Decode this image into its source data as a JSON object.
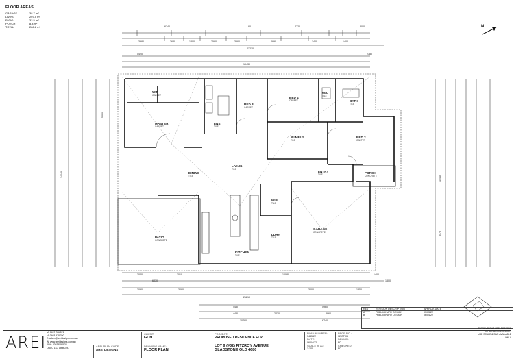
{
  "floor_areas": {
    "title": "FLOOR AREAS",
    "rows": [
      {
        "name": "GARAGE",
        "value": "38.7 m²"
      },
      {
        "name": "LIVING",
        "value": "207.5 m²"
      },
      {
        "name": "PATIO",
        "value": "32.5 m²"
      },
      {
        "name": "PORCH",
        "value": "8.4 m²"
      },
      {
        "name": "TOTAL",
        "value": "286.8 m²"
      }
    ]
  },
  "dims": {
    "top_overall": "21210",
    "top_a": "5420",
    "top_b": "2380",
    "top_c": "19430",
    "top_sub": [
      "6240",
      "90",
      "4720",
      "3000"
    ],
    "top_row2": [
      "3980",
      "3630",
      "1300",
      "2590",
      "3590",
      "2890",
      "1400",
      "1400"
    ],
    "bottom_a": "6430",
    "bottom_b": "10080",
    "bottom_c": "1400",
    "bottom_d": "1300",
    "bottom_row1": [
      "3020",
      "3010"
    ],
    "bottom_row2": [
      "3090",
      "3090",
      "3000",
      "1850"
    ],
    "bottom_overall": "21210",
    "bottom_e": [
      "4480",
      "5960"
    ],
    "bottom_f": [
      "4480",
      "2230",
      "3960"
    ],
    "bottom_g": [
      "10790",
      "6740"
    ],
    "left_a": "14440",
    "left_b": "5580",
    "right_a": "14440",
    "right_b": "6470"
  },
  "rooms": [
    {
      "name": "WIR",
      "sub": "CARPET"
    },
    {
      "name": "MASTER",
      "sub": "CARPET"
    },
    {
      "name": "ENS",
      "sub": "TILE"
    },
    {
      "name": "BED 3",
      "sub": "CARPET"
    },
    {
      "name": "BED 4",
      "sub": "CARPET"
    },
    {
      "name": "W/C",
      "sub": "TILE"
    },
    {
      "name": "BATH",
      "sub": "TILE"
    },
    {
      "name": "BED 2",
      "sub": "CARPET"
    },
    {
      "name": "RUMPUS",
      "sub": "TILE"
    },
    {
      "name": "LIVING",
      "sub": "TILE"
    },
    {
      "name": "DINING",
      "sub": "TILE"
    },
    {
      "name": "ENTRY",
      "sub": "TILE"
    },
    {
      "name": "PORCH",
      "sub": "CONCRETE"
    },
    {
      "name": "WIP",
      "sub": "TILE"
    },
    {
      "name": "LDRY",
      "sub": "TILE"
    },
    {
      "name": "GARAGE",
      "sub": "CONCRETE"
    },
    {
      "name": "PATIO",
      "sub": "CONCRETE"
    },
    {
      "name": "KITCHEN",
      "sub": "TILE"
    }
  ],
  "logo": "AREI",
  "contact": {
    "lines": [
      "M: 0437 766 576",
      "M: 0403 928 700",
      "E: adam@areidesigns.com.au",
      "W: www.areidesigns.com.au",
      "ABN: 33634592838",
      "QBCC LIC: 15080397"
    ]
  },
  "title_block": {
    "plan_code_label": "AREI PLAN CODE",
    "plan_code": "AREI DESIGNS",
    "client_label": "CLIENT:",
    "client": "GDH",
    "drawing_label": "DRAWING NAME:",
    "drawing": "FLOOR PLAN",
    "project_label": "PROJECT:",
    "project": "PROPOSED RESIDENCE FOR",
    "address1": "LOT 9 (#32) FITZROY AVENUE",
    "address2": "GLADSTONE QLD 4680",
    "plan_number_label": "PLAN NUMBER:",
    "plan_number": "3445/22",
    "date_label": "DATE:",
    "date": "06/04/22",
    "scale_label": "SCALE @ A3:",
    "scale": "1:100",
    "page_label": "PAGE NO.:",
    "page": "02 OF 06",
    "drawn_label": "DRAWN:",
    "drawn": "BD",
    "checked_label": "CHECKED:",
    "checked": "BD"
  },
  "revisions": {
    "headers": [
      "REV",
      "REVISION DESCRIPTION",
      "APPROV. DATE"
    ],
    "rows": [
      [
        "A",
        "PRELIMINARY DESIGN",
        "03/03/22"
      ],
      [
        "B",
        "PRELIMINARY DESIGN",
        "06/04/22"
      ]
    ]
  },
  "copyright": [
    "© COPYRIGHT AREI DESIGNS",
    "ALL RIGHTS RESERVED",
    "USE SCALE & BAR AVAILABLE ONLY"
  ],
  "north": "N"
}
